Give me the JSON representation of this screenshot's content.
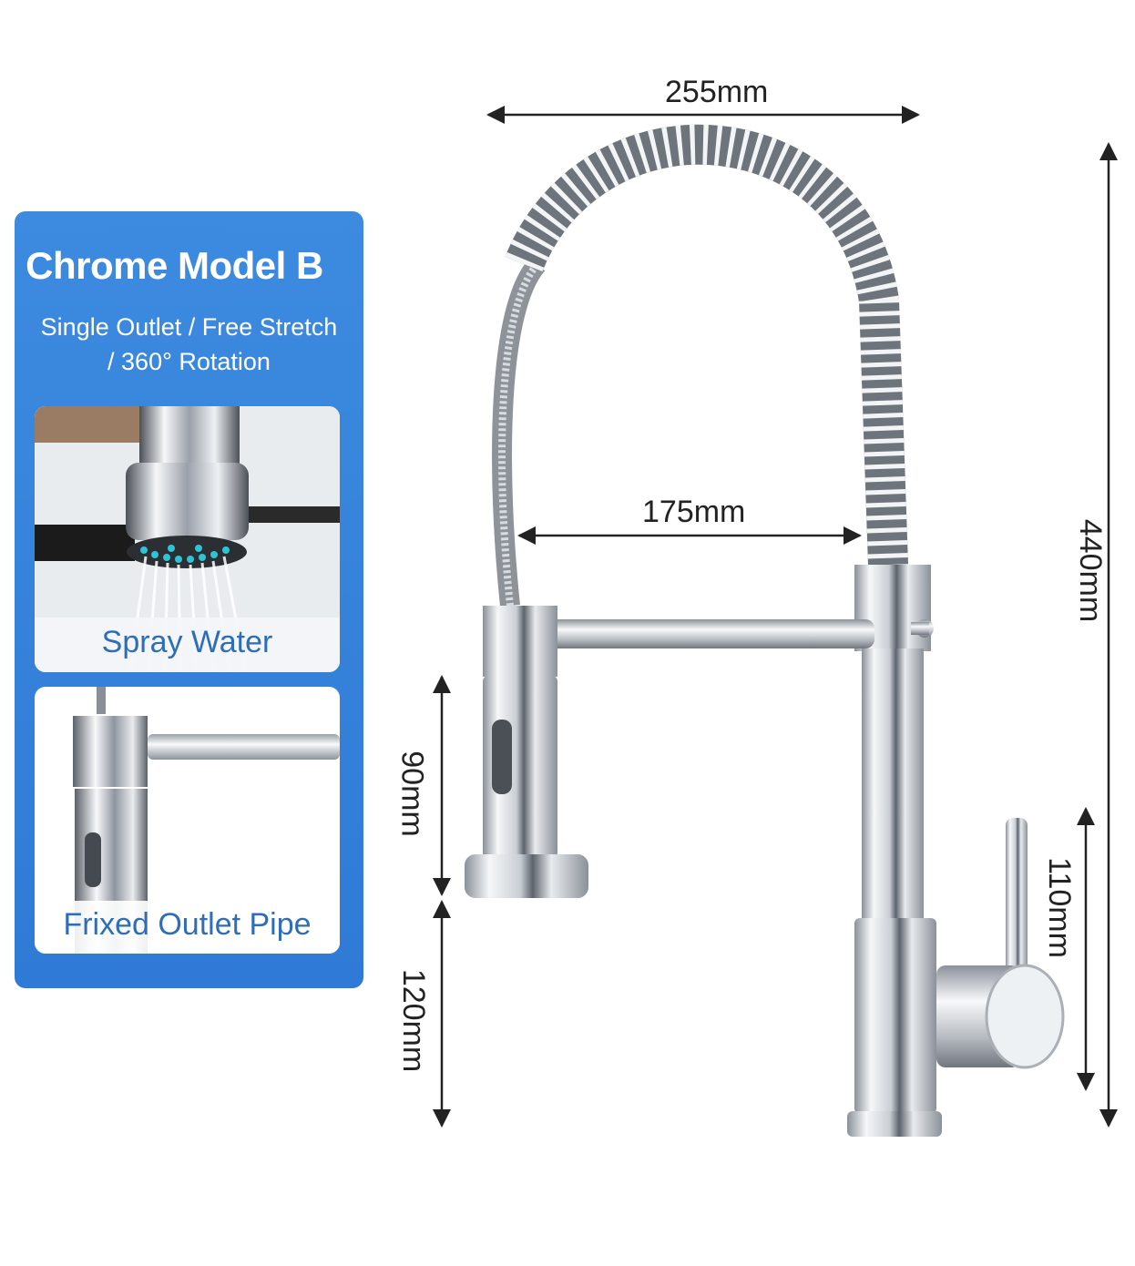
{
  "product": {
    "title": "Chrome Model B",
    "subtitle_line1": "Single Outlet / Free Stretch",
    "subtitle_line2": "/ 360° Rotation"
  },
  "features": [
    {
      "label": "Spray Water",
      "icon": "spray-head-icon"
    },
    {
      "label": "Frixed Outlet Pipe",
      "icon": "outlet-pipe-icon"
    }
  ],
  "dimensions": {
    "width_top": "255mm",
    "spout_reach": "175mm",
    "total_height": "440mm",
    "sprayer_height": "90mm",
    "handle_height": "110mm",
    "base_height": "120mm"
  },
  "colors": {
    "panel_blue": "#3a85dd",
    "label_blue": "#2d6eb7",
    "chrome_light": "#f4f6f8",
    "chrome_dark": "#5a6068"
  }
}
